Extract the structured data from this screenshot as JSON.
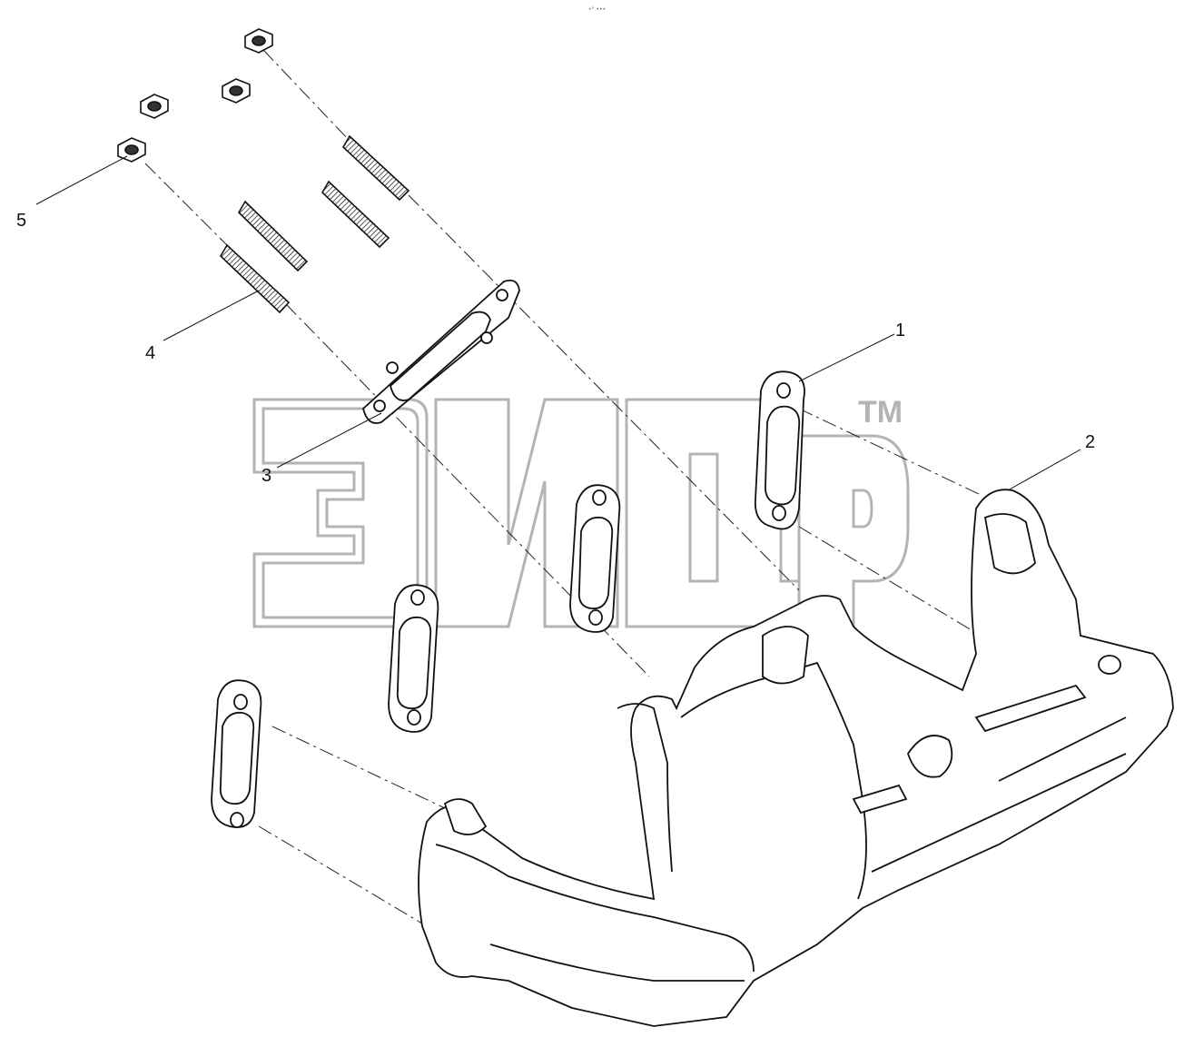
{
  "header": {
    "top_mark": "•° •••"
  },
  "watermark": {
    "text": "зидр",
    "trademark": "TM",
    "color": "#b4b4b4"
  },
  "callouts": [
    {
      "id": "1",
      "label": "1"
    },
    {
      "id": "2",
      "label": "2"
    },
    {
      "id": "3",
      "label": "3"
    },
    {
      "id": "4",
      "label": "4"
    },
    {
      "id": "5",
      "label": "5"
    }
  ],
  "parts": {
    "p1": "gasket",
    "p2": "exhaust-manifold",
    "p3": "flange-gasket",
    "p4": "stud",
    "p5": "nut"
  }
}
